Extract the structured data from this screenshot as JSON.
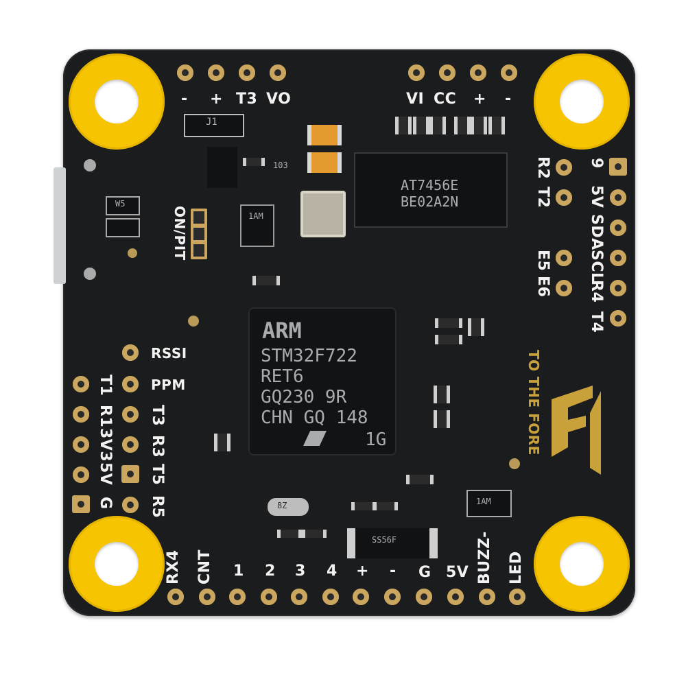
{
  "top_pads": {
    "left": [
      "-",
      "+",
      "T3",
      "VO"
    ],
    "right": [
      "VI",
      "CC",
      "+",
      "-"
    ]
  },
  "right_pads": [
    "T2",
    "R2",
    "5V",
    "SDA",
    "SCL",
    "E5",
    "E6",
    "R4",
    "T4",
    "9"
  ],
  "left_pads": [
    "RSSI",
    "PPM",
    "T1",
    "R1",
    "T3",
    "3V3",
    "R3",
    "5V",
    "T5",
    "G",
    "R5"
  ],
  "bottom_pads": [
    "RX4",
    "CNT",
    "1",
    "2",
    "3",
    "4",
    "+",
    "-",
    "G",
    "5V",
    "BUZZ-",
    "LED"
  ],
  "switch_label": "ON/PIT",
  "brand_text": "TO THE FORE",
  "osd_chip": [
    "AT7456E",
    "BE02A2N"
  ],
  "mcu_chip": {
    "arm": "ARM",
    "lines": [
      "STM32F722",
      "RET6",
      "GQ230 9R",
      "CHN GQ 148"
    ],
    "extra": "1G"
  },
  "small_marks": [
    "J1",
    "103",
    "1AM",
    "W5",
    "SS56F",
    "1AM",
    "8Z"
  ],
  "colors": {
    "board": "#1b1c1e",
    "mount_ring": "#f6c400",
    "pad_gold": "#caa65e",
    "brand_gold": "#c9a13a"
  }
}
